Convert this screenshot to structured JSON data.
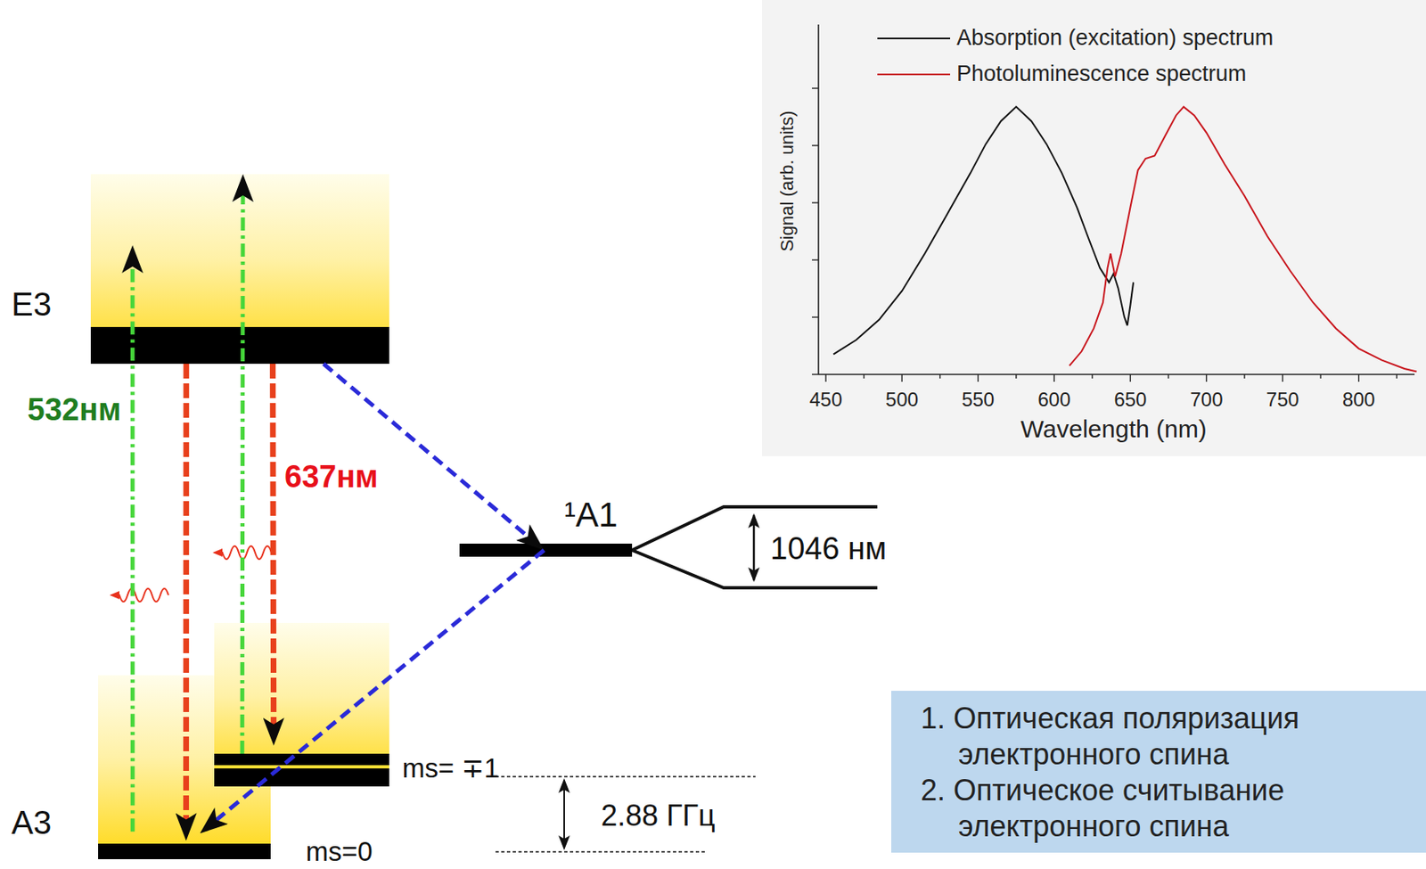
{
  "diagram": {
    "nodes": [
      {
        "text": [
          "E3"
        ]
      },
      {
        "text": [
          "A3",
          "ms=0"
        ]
      },
      {
        "text": [
          "ms= ∓1"
        ]
      },
      {
        "text": [
          "¹A1"
        ]
      },
      {
        "text": [
          "1. Оптическая поляризация электронного спина",
          "2. Оптическое считывание электронного спина"
        ]
      }
    ],
    "edges": [
      {
        "from": 1,
        "to": 0,
        "arrow": "to",
        "label": "532нм"
      },
      {
        "from": 0,
        "to": 1,
        "arrow": "to"
      },
      {
        "from": 2,
        "to": 0,
        "arrow": "to"
      },
      {
        "from": 0,
        "to": 2,
        "arrow": "to",
        "label": "637нм"
      },
      {
        "from": 0,
        "to": 3,
        "arrow": "to"
      },
      {
        "from": 3,
        "to": 1,
        "arrow": "to"
      }
    ],
    "labels": [
      "1046 нм",
      "2.88 ГГц",
      "Signal (arb. units)",
      "Wavelength (nm)",
      "450",
      "500",
      "550",
      "600",
      "650",
      "700",
      "750",
      "800"
    ],
    "legend": [
      {
        "text": "Absorption (excitation) spectrum"
      },
      {
        "text": "Photoluminescence spectrum"
      }
    ]
  }
}
